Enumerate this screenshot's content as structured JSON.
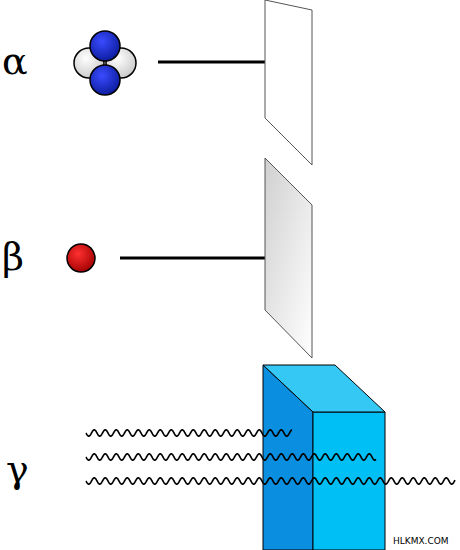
{
  "diagram": {
    "labels": [
      "α",
      "β",
      "γ",
      "HLKMX.COM"
    ]
  }
}
